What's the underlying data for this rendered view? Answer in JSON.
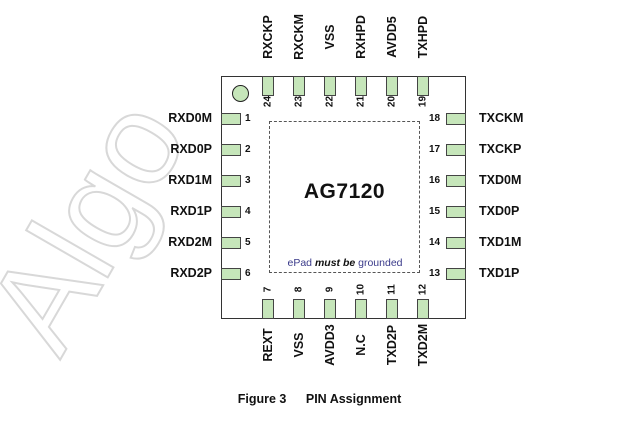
{
  "chip": {
    "name": "AG7120"
  },
  "epad": {
    "pre": "ePad ",
    "emph": "must be",
    "post": " grounded"
  },
  "watermark": "Algo",
  "pins": {
    "left": [
      {
        "n": "1",
        "label": "RXD0M"
      },
      {
        "n": "2",
        "label": "RXD0P"
      },
      {
        "n": "3",
        "label": "RXD1M"
      },
      {
        "n": "4",
        "label": "RXD1P"
      },
      {
        "n": "5",
        "label": "RXD2M"
      },
      {
        "n": "6",
        "label": "RXD2P"
      }
    ],
    "right": [
      {
        "n": "18",
        "label": "TXCKM"
      },
      {
        "n": "17",
        "label": "TXCKP"
      },
      {
        "n": "16",
        "label": "TXD0M"
      },
      {
        "n": "15",
        "label": "TXD0P"
      },
      {
        "n": "14",
        "label": "TXD1M"
      },
      {
        "n": "13",
        "label": "TXD1P"
      }
    ],
    "top": [
      {
        "n": "24",
        "label": "RXCKP"
      },
      {
        "n": "23",
        "label": "RXCKM"
      },
      {
        "n": "22",
        "label": "VSS"
      },
      {
        "n": "21",
        "label": "RXHPD"
      },
      {
        "n": "20",
        "label": "AVDD5"
      },
      {
        "n": "19",
        "label": "TXHPD"
      }
    ],
    "bottom": [
      {
        "n": "7",
        "label": "REXT"
      },
      {
        "n": "8",
        "label": "VSS"
      },
      {
        "n": "9",
        "label": "AVDD3"
      },
      {
        "n": "10",
        "label": "N.C"
      },
      {
        "n": "11",
        "label": "TXD2P"
      },
      {
        "n": "12",
        "label": "TXD2M"
      }
    ]
  },
  "caption": {
    "figure": "Figure 3",
    "title": "PIN Assignment"
  }
}
